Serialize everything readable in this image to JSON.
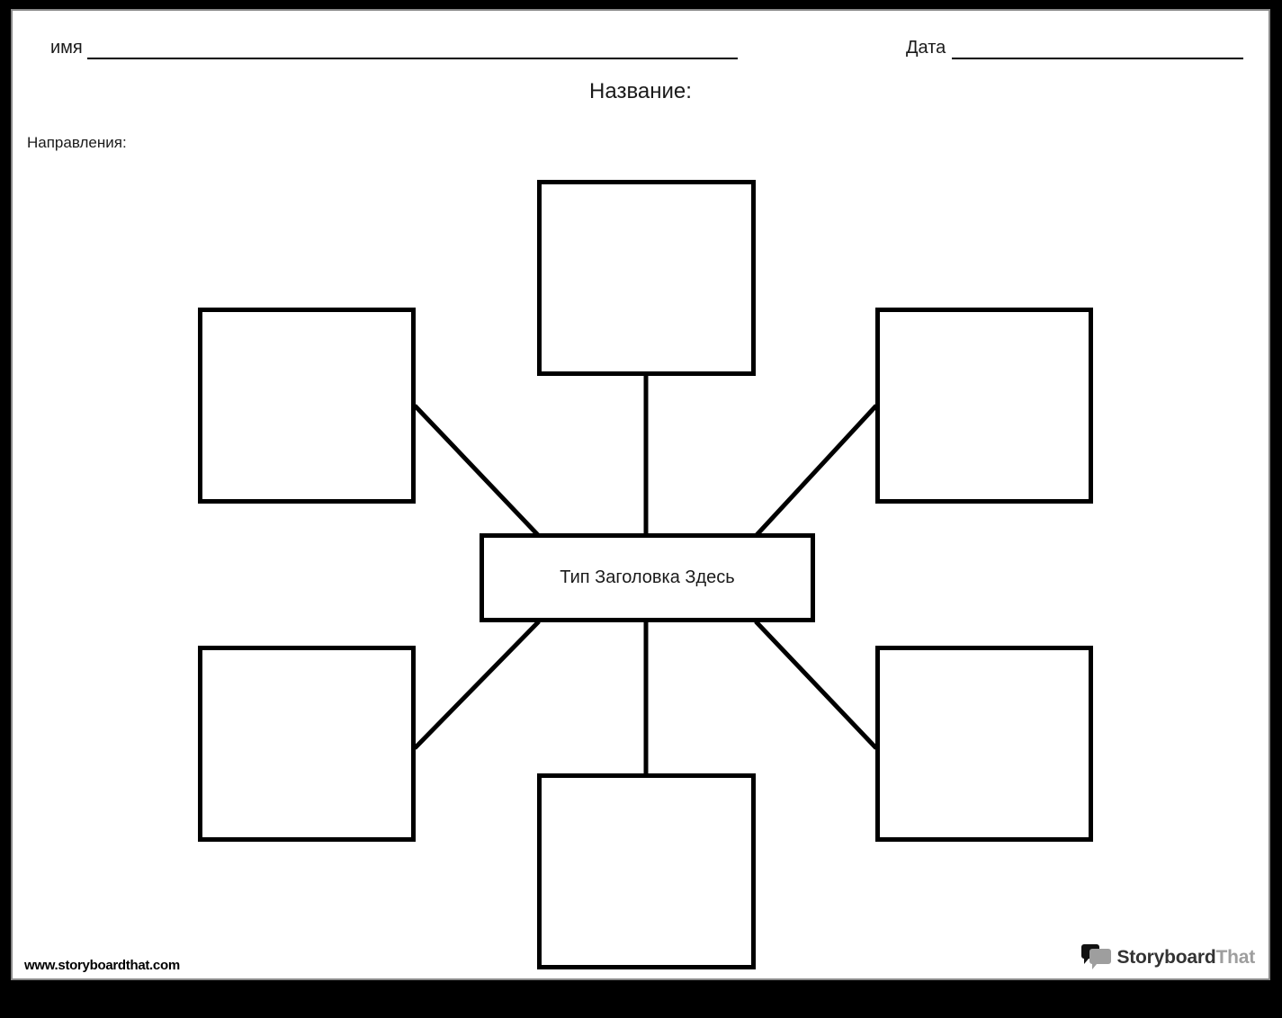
{
  "header": {
    "name_label": "имя",
    "date_label": "Дата",
    "title_label": "Название:",
    "directions_label": "Направления:"
  },
  "spider_map": {
    "center_label": "Тип Заголовка Здесь",
    "cell_count": 6,
    "cells": [
      {
        "position": "top",
        "text": ""
      },
      {
        "position": "upper-left",
        "text": ""
      },
      {
        "position": "upper-right",
        "text": ""
      },
      {
        "position": "lower-left",
        "text": ""
      },
      {
        "position": "lower-right",
        "text": ""
      },
      {
        "position": "bottom",
        "text": ""
      }
    ]
  },
  "footer": {
    "website": "www.storyboardthat.com",
    "logo_text_primary": "Storyboard",
    "logo_text_secondary": "That",
    "logo_icon": "speech-bubbles-icon"
  },
  "colors": {
    "ink": "#000000",
    "page": "#ffffff",
    "frame": "#000000",
    "logo_primary": "#333333",
    "logo_secondary": "#9e9e9e"
  }
}
